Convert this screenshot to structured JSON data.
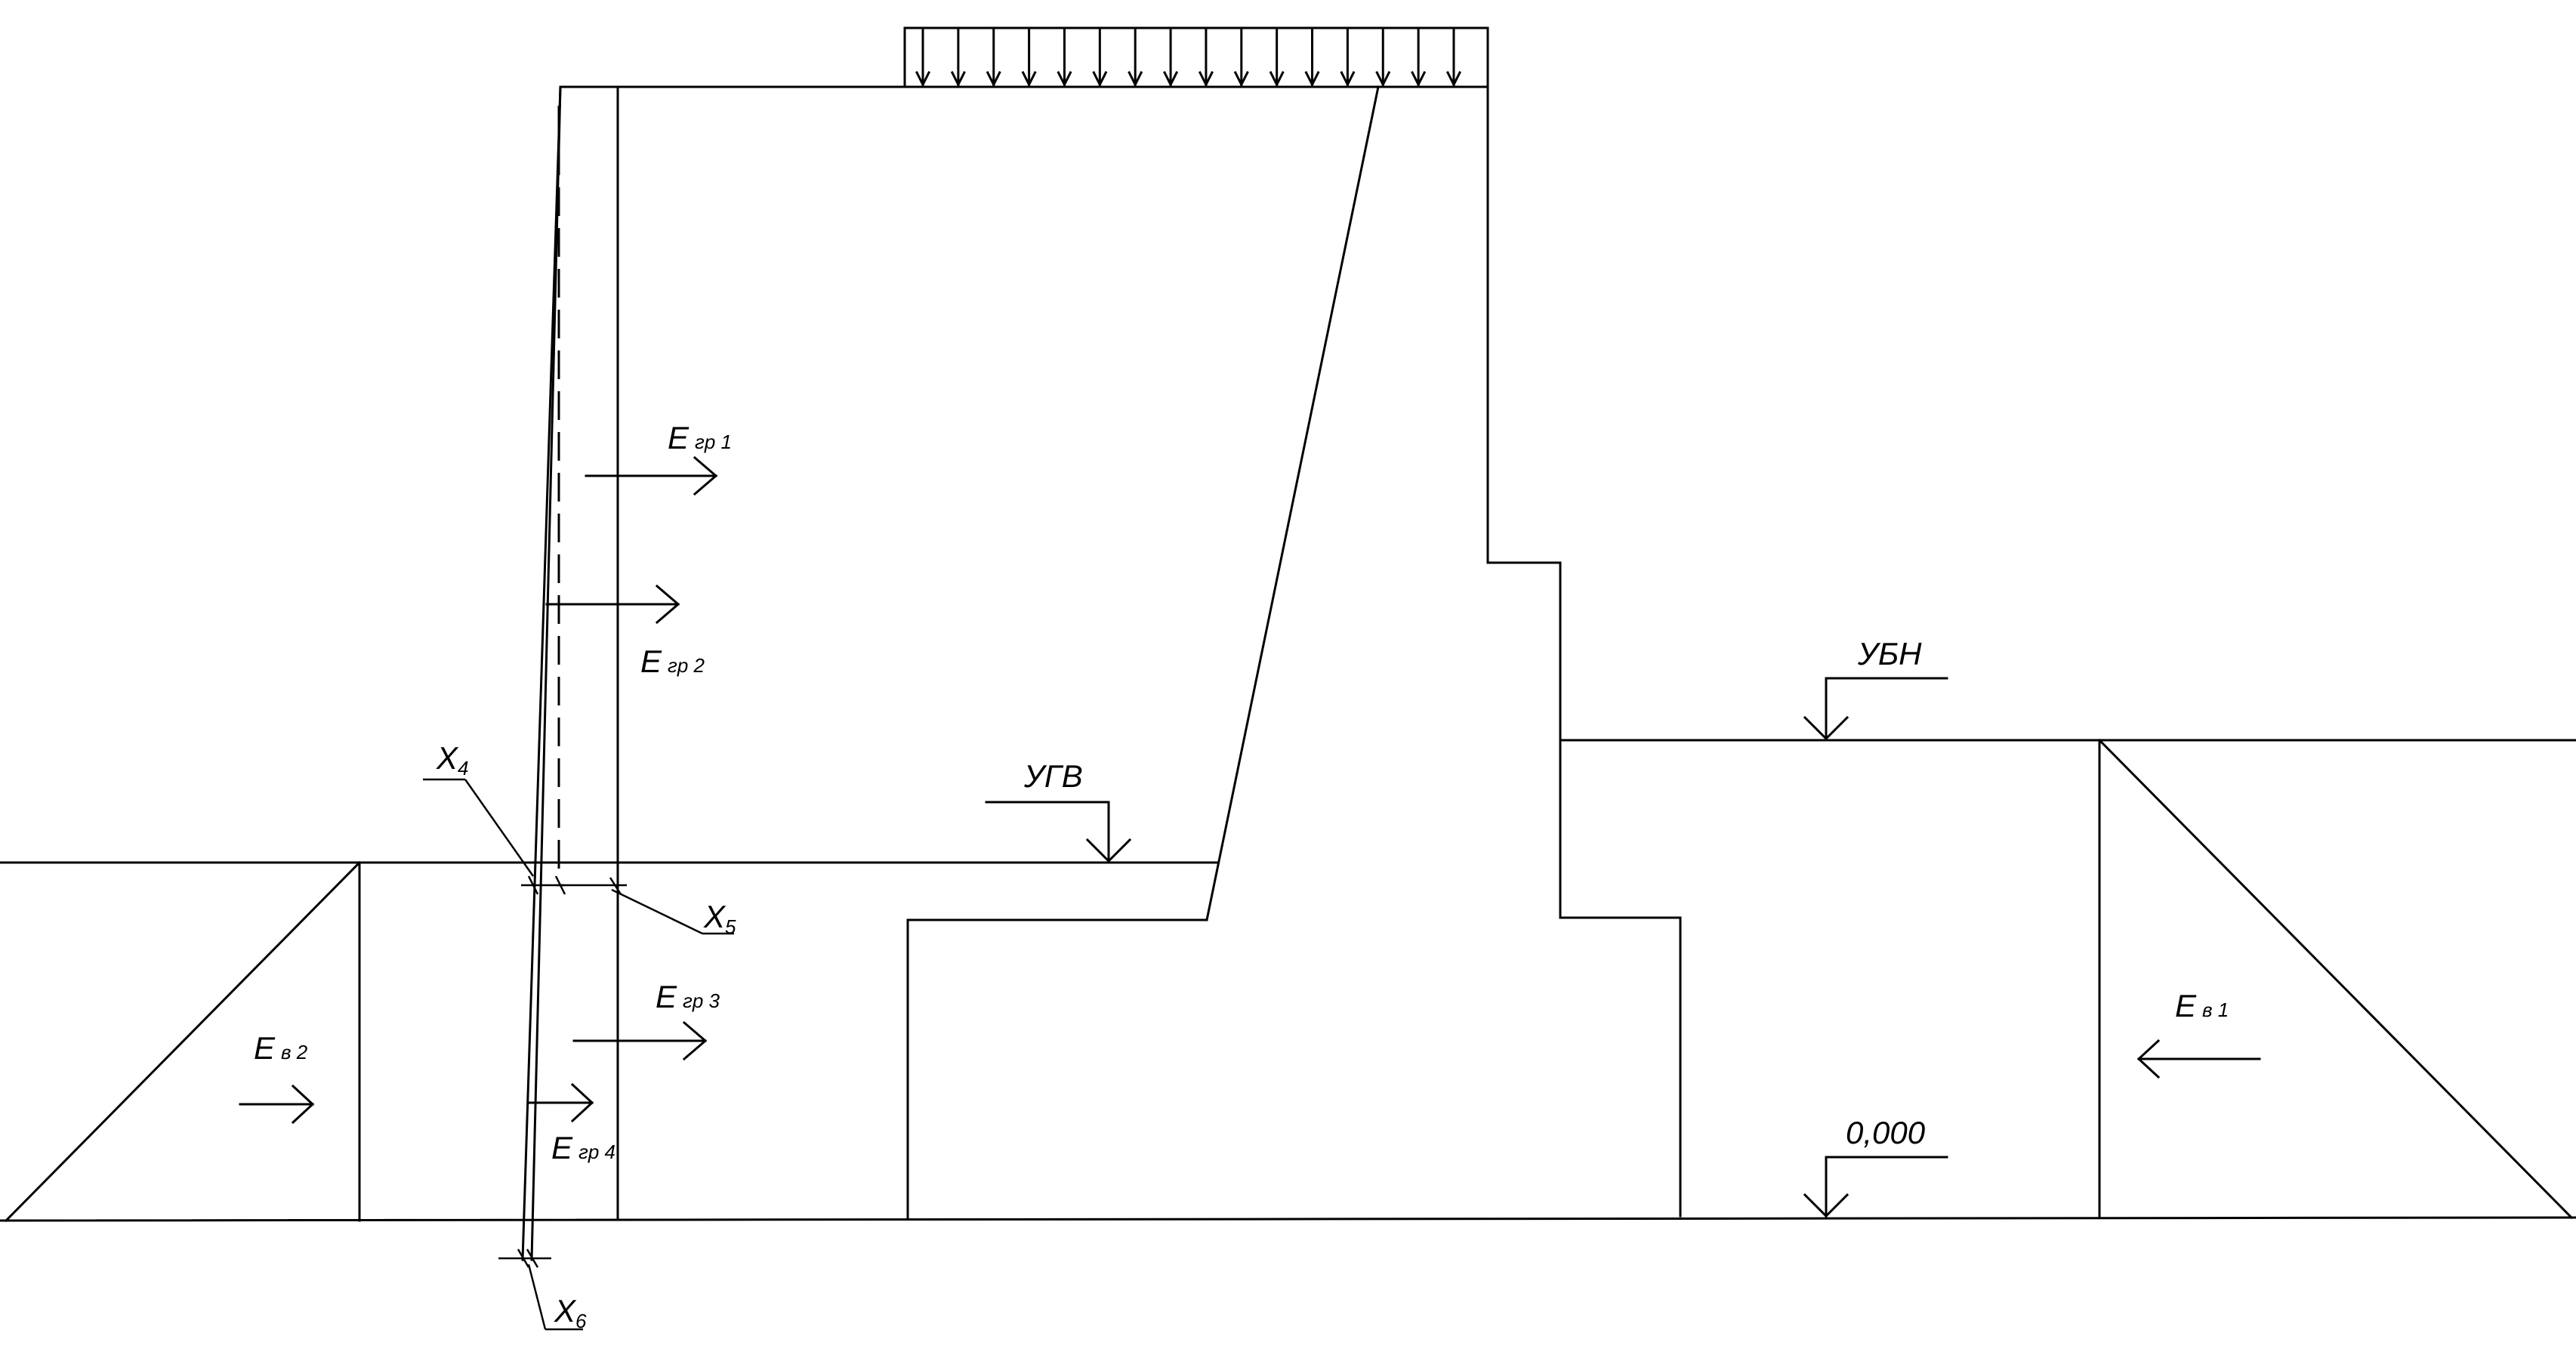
{
  "labels": {
    "e_gr1": {
      "main": "E",
      "sub": "гр 1"
    },
    "e_gr2": {
      "main": "E",
      "sub": "гр 2"
    },
    "e_gr3": {
      "main": "E",
      "sub": "гр 3"
    },
    "e_gr4": {
      "main": "E",
      "sub": "гр 4"
    },
    "e_v1": {
      "main": "E",
      "sub": "в 1"
    },
    "e_v2": {
      "main": "E",
      "sub": "в 2"
    },
    "x4": {
      "main": "X",
      "sub": "4"
    },
    "x5": {
      "main": "X",
      "sub": "5"
    },
    "x6": {
      "main": "X",
      "sub": "6"
    },
    "ugv": "УГВ",
    "ubn": "УБН",
    "zero_mark": "0,000"
  }
}
